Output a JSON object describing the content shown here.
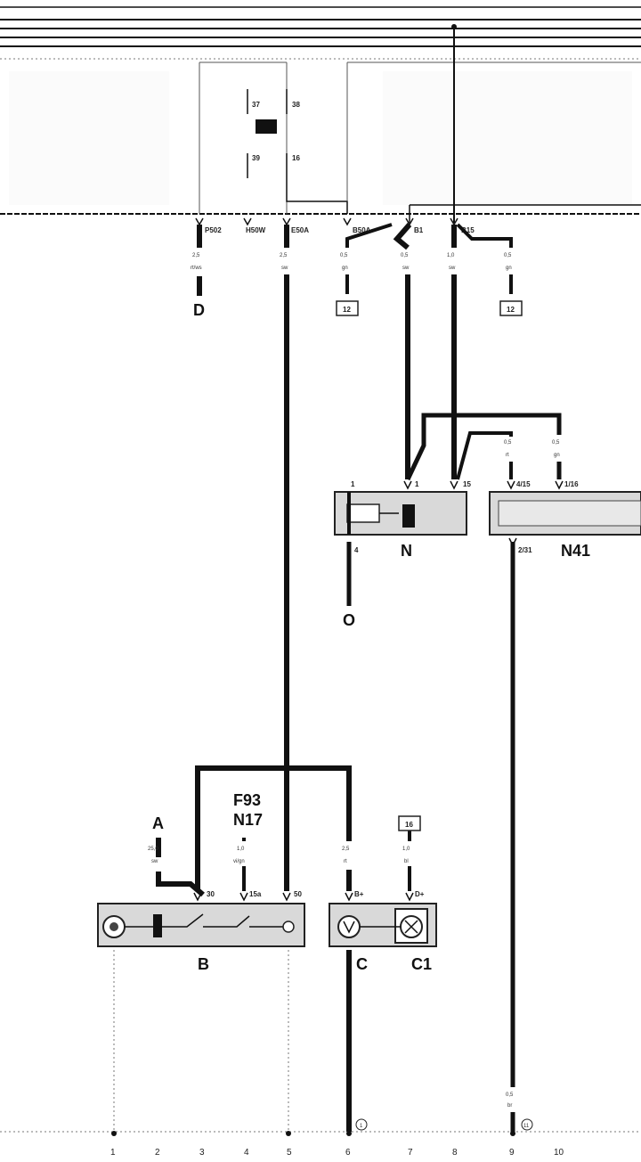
{
  "top_panel": {
    "relay": {
      "pins": [
        "37",
        "38",
        "39",
        "16"
      ]
    },
    "connectors": [
      "P502",
      "H50W",
      "E50A",
      "B50A",
      "B1",
      "B15"
    ]
  },
  "wires": {
    "p502": {
      "size": "2,5",
      "color": "rt/ws"
    },
    "e50a": {
      "size": "2,5",
      "color": "sw"
    },
    "b50a": {
      "size": "0,5",
      "color": "gn"
    },
    "b1": {
      "size": "0,5",
      "color": "sw"
    },
    "b15": {
      "size": "1,0",
      "color": "sw"
    },
    "b15b": {
      "size": "0,5",
      "color": "gn"
    },
    "n41a": {
      "size": "0,5",
      "color": "rt"
    },
    "n41b": {
      "size": "0,5",
      "color": "gn"
    },
    "a": {
      "size": "25,0",
      "color": "sw"
    },
    "n17": {
      "size": "1,0",
      "color": "vi/gn"
    },
    "bplus": {
      "size": "2,5",
      "color": "rt"
    },
    "dplus": {
      "size": "1,0",
      "color": "bl"
    },
    "n41out": {
      "size": "0,5",
      "color": "br"
    }
  },
  "refs": {
    "d": "D",
    "o": "O",
    "a": "A",
    "f93": "F93",
    "n17": "N17",
    "box12a": "12",
    "box12b": "12",
    "box16": "16"
  },
  "module_n": {
    "label": "N",
    "pins": {
      "p1a": "1",
      "p1b": "1",
      "p15": "15",
      "p4": "4"
    }
  },
  "module_n41": {
    "label": "N41",
    "pins": {
      "p415": "4/15",
      "p116": "1/16",
      "p231": "2/31"
    }
  },
  "starter_b": {
    "label": "B",
    "pins": {
      "p30": "30",
      "p15a": "15a",
      "p50": "50"
    }
  },
  "generator": {
    "label_c": "C",
    "label_c1": "C1",
    "pins": {
      "bplus": "B+",
      "dplus": "D+"
    }
  },
  "bottom_marks": {
    "m6": "1",
    "m9": "11"
  },
  "track_numbers": [
    "1",
    "2",
    "3",
    "4",
    "5",
    "6",
    "7",
    "8",
    "9",
    "10"
  ]
}
